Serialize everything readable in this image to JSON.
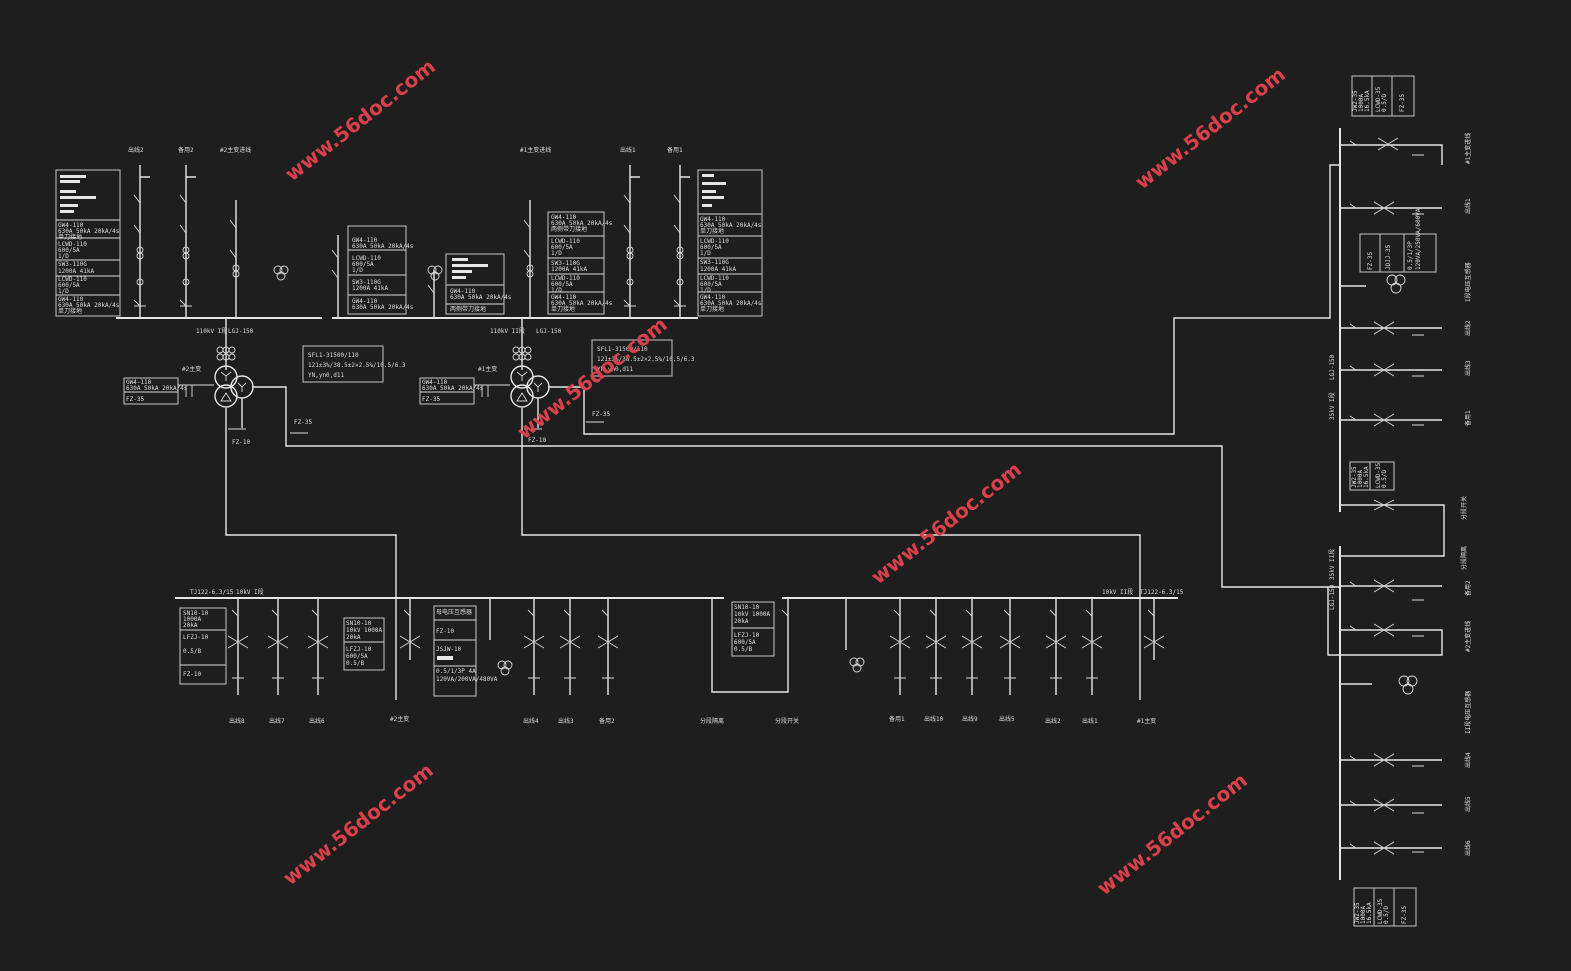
{
  "diagram": {
    "watermark": "www.56doc.com",
    "top_feeders": {
      "left": [
        "出线2",
        "备用2",
        "#2主变进线"
      ],
      "right": [
        "#1主变进线",
        "出线1",
        "备用1"
      ]
    },
    "equipment_lists": {
      "hv_feeder": [
        "GW4-110",
        "630A 50kA 20kA/4s",
        "单刀接地",
        "LCWD-110",
        "600/5A",
        "1/D",
        "SW3-110G",
        "1200A 41kA",
        "LCWD-110",
        "600/5A",
        "1/D",
        "GW4-110",
        "630A 50kA 20kA/4s",
        "单刀接地"
      ],
      "pt_left": [
        "GW4-110",
        "630A 50kA 20kA/4s",
        "LCWD-110",
        "600/5A",
        "1/D",
        "SW3-110G",
        "1200A 41kA",
        "GW4-110",
        "630A 50kA 20kA/4s"
      ],
      "pt_right": [
        "GW4-110",
        "630A 50kA 20kA/4s",
        "两侧带刀接地"
      ],
      "incoming": [
        "GW4-110",
        "630A 50kA 20kA/4s",
        "两侧带刀接地",
        "LCWD-110",
        "600/5A",
        "1/D",
        "SW3-110G",
        "1200A 41kA",
        "LCWD-110",
        "600/5A",
        "1/D",
        "GW4-110",
        "630A 50kA 20kA/4s",
        "单刀接地"
      ],
      "hv_bus_left": "110kV I段",
      "hv_bus_right": "110kV II段",
      "hv_bus_cable": "LGJ-150"
    },
    "transformers": {
      "t2_label": "#2主变",
      "t1_label": "#1主变",
      "spec": [
        "SFL1-31500/110",
        "121±3%/38.5±2×2.5%/10.5/6.3",
        "YN,yn0,d11"
      ],
      "neutral": [
        "GW4-110",
        "630A 50kA 20kA/4s",
        "FZ-35"
      ],
      "arrester": "FZ-35",
      "lv_arrester": "FZ-10"
    },
    "lv_bus": {
      "left_label": "10kV I段",
      "right_label": "10kV II段",
      "busbar": "TJ122-6.3/15",
      "eq_left": [
        "SN10-10",
        "1000A",
        "20kA",
        "LFZJ-10",
        "0.5/B",
        "FZ-10"
      ],
      "eq_bus": [
        "SN10-10",
        "10kV 1000A",
        "20kA",
        "LFZJ-10",
        "600/5A",
        "0.5/B"
      ],
      "eq_pt": [
        "母电压互感器",
        "FZ-10",
        "JSJW-10",
        "0.5/1/3P 4A",
        "120VA/200VA/480VA"
      ],
      "eq_tie": [
        "SN10-10",
        "10kV 1000A",
        "20kA",
        "LFZJ-10",
        "600/5A",
        "0.5/B"
      ],
      "feeders": [
        "出线8",
        "出线7",
        "出线6",
        "#2主变",
        "出线4",
        "出线3",
        "备用2",
        "分段隔离",
        "分段开关",
        "备用1",
        "出线10",
        "出线9",
        "出线5",
        "出线2",
        "出线1",
        "#1主变"
      ]
    },
    "mv_bus": {
      "top_eq": [
        "JW2-35",
        "1000A",
        "16.5kA",
        "LCWD-35",
        "0.5/D",
        "FZ-35"
      ],
      "mid_eq": [
        "FZ-35",
        "JDJJ-35",
        "0.5/1/3P",
        "120VA/250VA/600VA"
      ],
      "tie_eq": [
        "JW2-35",
        "1000A",
        "16.5kA",
        "LCWD-35",
        "0.5/D"
      ],
      "bottom_eq": [
        "JW2-35",
        "1000A",
        "16.5kA",
        "LCWD-35",
        "0.5/D",
        "FZ-35"
      ],
      "bus_label_1": "35kV I段",
      "bus_label_2": "35kV II段",
      "cable": "LGJ-150",
      "feeders": [
        "#1主变进线",
        "出线1",
        "I段电压互感器",
        "出线2",
        "出线3",
        "备用1",
        "分段开关",
        "分段隔离",
        "备用2",
        "#2主变进线",
        "II段电压互感器",
        "出线4",
        "出线5",
        "出线6"
      ]
    }
  }
}
